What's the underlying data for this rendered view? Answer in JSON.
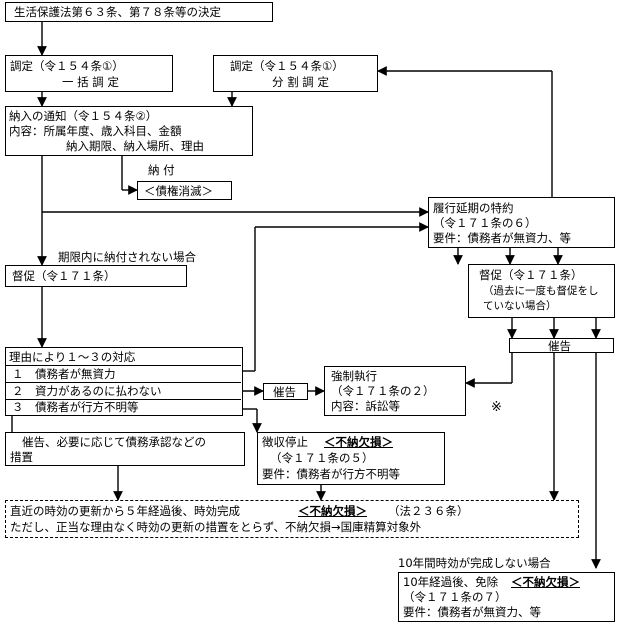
{
  "nodes": {
    "decision": "生活保護法第６３条、第７８条等の決定",
    "lump": {
      "line1": "調定（令１５４条①）",
      "line2": "一 括 調 定"
    },
    "split": {
      "line1": "調定（令１５４条①）",
      "line2": "分 割 調 定"
    },
    "notice": {
      "line1": "納入の通知（令１５４条②）",
      "line2": "内容：所属年度、歳入科目、金額",
      "line3": "納入期限、納入場所、理由"
    },
    "payment": "納 付",
    "extinction": "＜債権消滅＞",
    "deferral": {
      "line1": "履行延期の特約",
      "line2": "（令１７１条の６）",
      "line3": "要件：債務者が無資力、等"
    },
    "unpaid_label": "期限内に納付されない場合",
    "demand": "督促（令１７１条）",
    "demand2": {
      "line1": "督促（令１７１条）",
      "line2": "（過去に一度も督促をし",
      "line3": "ていない場合）"
    },
    "reasons": {
      "title": "理由により１～３の対応",
      "r1": "１　債務者が無資力",
      "r2": "２　資力があるのに払わない",
      "r3": "３　債務者が行方不明等"
    },
    "notice_demand": "催告",
    "notice_demand2": "催告",
    "enforcement": {
      "line1": "強制執行",
      "line2": "（令１７１条の２）",
      "line3": "内容：訴訟等"
    },
    "mark": "※",
    "measures": {
      "line1": "催告、必要に応じて債務承認などの",
      "line2": "措置"
    },
    "suspension": {
      "line1a": "徴収停止",
      "line1b": "＜不納欠損＞",
      "line2": "（令１７１条の５）",
      "line3": "要件：債務者が行方不明等"
    },
    "prescription": {
      "line1a": "直近の時効の更新から５年経過後、時効完成",
      "line1b": "＜不納欠損＞",
      "line1c": "（法２３６条）",
      "line2": "ただし、正当な理由なく時効の更新の措置をとらず、不納欠損→国庫精算対象外"
    },
    "ten_year_label": "10年間時効が完成しない場合",
    "exemption": {
      "line1a": "10年経過後、免除",
      "line1b": "＜不納欠損＞",
      "line2": "（令１７１条の７）",
      "line3": "要件：債務者が無資力、等"
    }
  }
}
